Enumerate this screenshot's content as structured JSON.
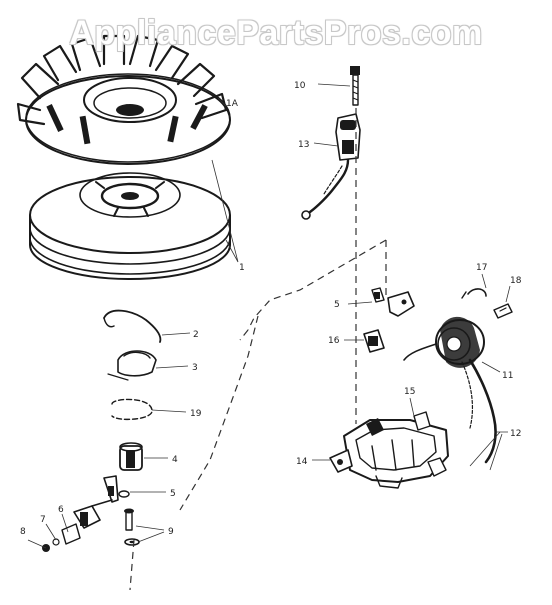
{
  "watermark": "AppliancePartsPros.com",
  "callouts": {
    "c10": "10",
    "c13": "13",
    "c1A": "1A",
    "c1": "1",
    "c2": "2",
    "c3": "3",
    "c19": "19",
    "c4": "4",
    "c5a": "5",
    "c9": "9",
    "c8": "8",
    "c7": "7",
    "c6": "6",
    "c5b": "5",
    "c16": "16",
    "c17": "17",
    "c18": "18",
    "c11": "11",
    "c15": "15",
    "c12": "12",
    "c14": "14"
  }
}
